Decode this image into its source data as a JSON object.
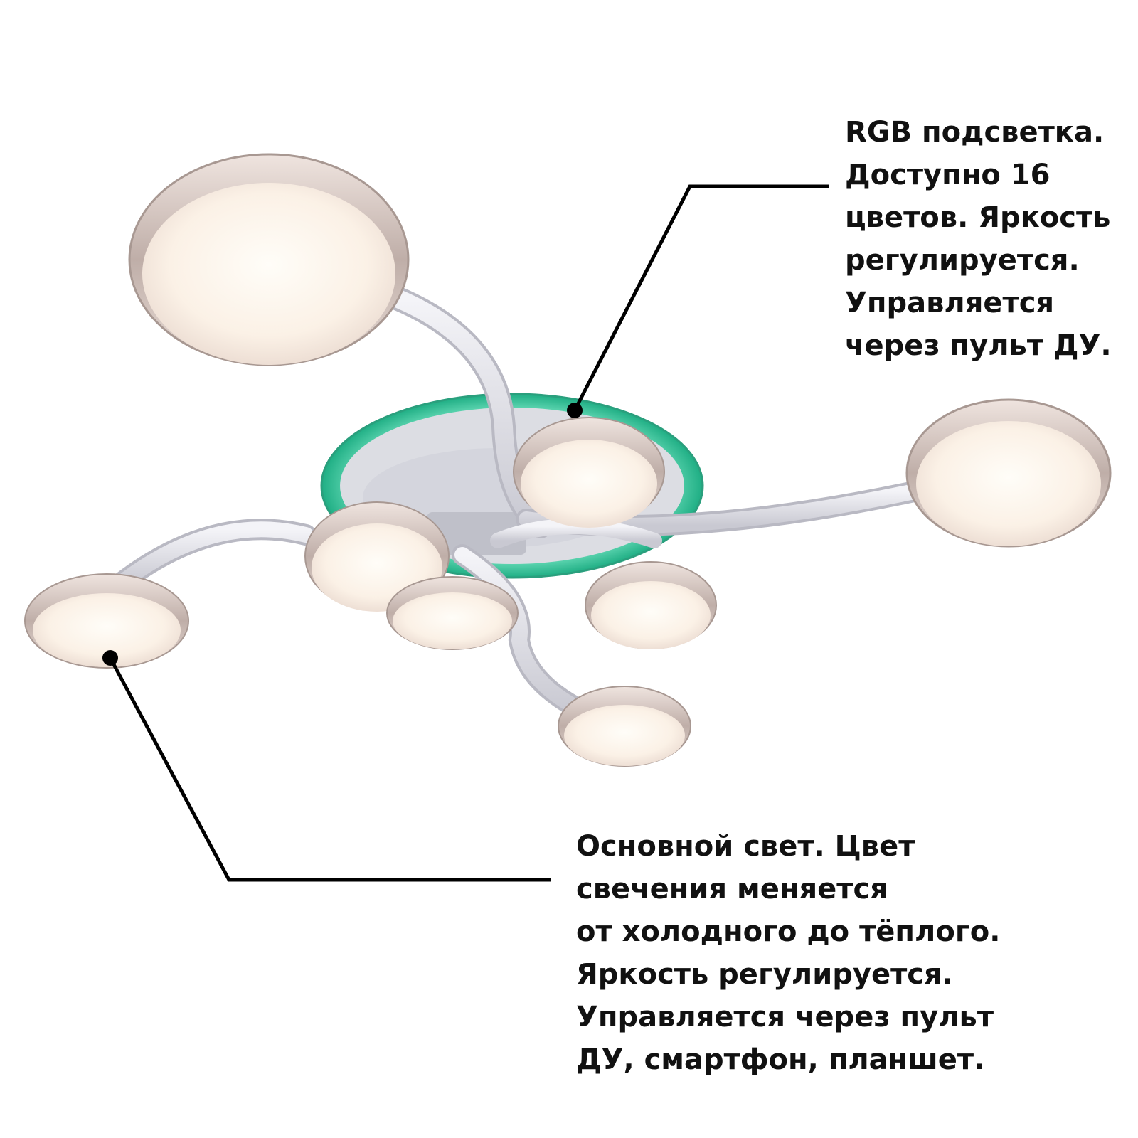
{
  "callouts": {
    "rgb_backlight": {
      "lines": [
        "RGB подсветка.",
        "Доступно 16",
        "цветов. Яркость",
        "регулируется.",
        "Управляется",
        "через пульт ДУ."
      ]
    },
    "main_light": {
      "lines": [
        "Основной свет. Цвет",
        "свечения меняется",
        "от холодного до тёплого.",
        "Яркость регулируется.",
        "Управляется через пульт",
        "ДУ, смартфон, планшет."
      ]
    }
  },
  "colors": {
    "text": "#111111",
    "leader_line": "#000000",
    "rgb_ring": "#2fc49a",
    "frame": "#e6e6ec",
    "lamp_glow": "#fff6ea",
    "crystal": "#d9cbc4"
  }
}
